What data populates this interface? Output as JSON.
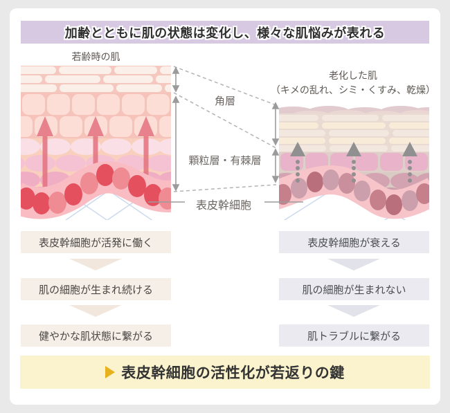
{
  "header": {
    "title": "加齢とともに肌の状態は変化し、様々な肌悩みが表れる"
  },
  "young": {
    "label": "若齢時の肌",
    "steps": [
      "表皮幹細胞が活発に働く",
      "肌の細胞が生まれ続ける",
      "健やかな肌状態に繋がる"
    ]
  },
  "aged": {
    "label": "老化した肌",
    "sublabel": "（キメの乱れ、シミ・くすみ、乾燥）",
    "steps": [
      "表皮幹細胞が衰える",
      "肌の細胞が生まれない",
      "肌トラブルに繋がる"
    ]
  },
  "layers": {
    "stratum_corneum": "角層",
    "granular_spinous": "顆粒層・有棘層",
    "stem_cell": "表皮幹細胞"
  },
  "conclusion": {
    "text": "表皮幹細胞の活性化が若返りの鍵"
  },
  "colors": {
    "header_bg": "#d7c9e2",
    "young_box_bg": "#f6efe8",
    "aged_box_bg": "#eaeaf0",
    "conclusion_bg": "#faf3cd",
    "marker_gold": "#e7b11e",
    "young_arrow": "#e4717f",
    "aged_arrow": "#909090",
    "annotation_gray": "#9b9b9b"
  }
}
